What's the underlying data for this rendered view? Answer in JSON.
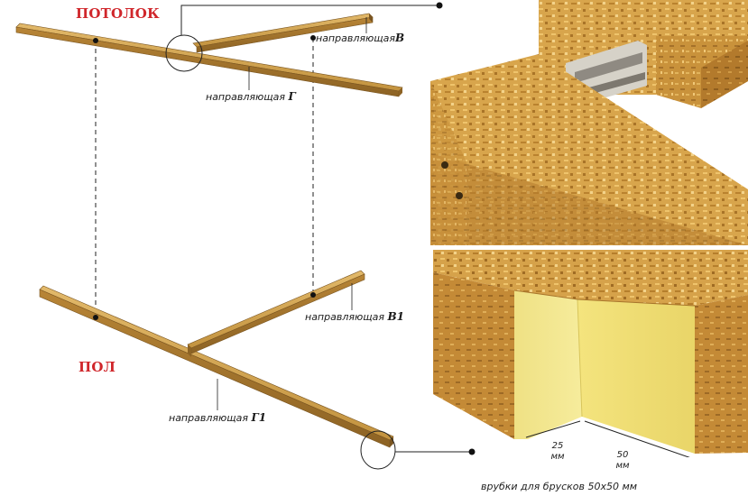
{
  "labels": {
    "ceiling": "ПОТОЛОК",
    "floor": "ПОЛ",
    "guide_prefix": "направляющая",
    "guide_v": "В",
    "guide_g": "Г",
    "guide_v1": "В1",
    "guide_g1": "Г1"
  },
  "dimensions": {
    "d25_value": "25",
    "d25_unit": "мм",
    "d50_value": "50",
    "d50_unit": "мм"
  },
  "caption": "врубки для брусков 50х50 мм",
  "colors": {
    "title_red": "#d0262b",
    "wood": "#c99a4a",
    "wood_dark": "#9a6f2c",
    "osb": "#d9a94e",
    "insulation": "#f1e37a"
  }
}
